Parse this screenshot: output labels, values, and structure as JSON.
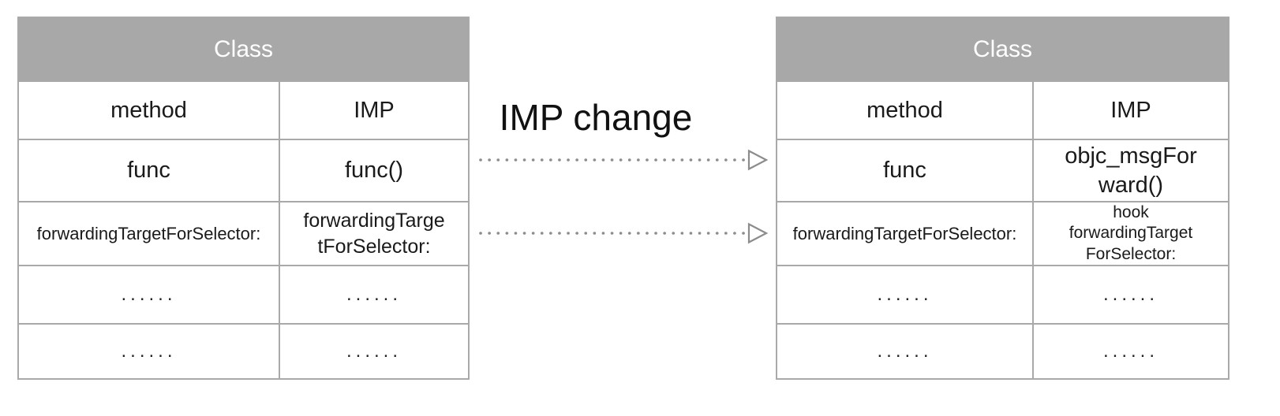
{
  "colors": {
    "header_bg": "#a8a8a8",
    "header_text": "#ffffff",
    "border": "#a9a9a9",
    "cell_text": "#1a1a1a",
    "arrow": "#8c8c8c",
    "label_text": "#111111",
    "page_bg": "#ffffff"
  },
  "left_table": {
    "title": "Class",
    "columns": [
      "method",
      "IMP"
    ],
    "rows": [
      [
        "func",
        "func()"
      ],
      [
        "forwardingTargetForSelector:",
        "forwardingTarge\ntForSelector:"
      ],
      [
        "......",
        "......"
      ],
      [
        "......",
        "......"
      ]
    ]
  },
  "right_table": {
    "title": "Class",
    "columns": [
      "method",
      "IMP"
    ],
    "rows": [
      [
        "func",
        "objc_msgFor\nward()"
      ],
      [
        "forwardingTargetForSelector:",
        "hook\nforwardingTarget\nForSelector:"
      ],
      [
        "......",
        "......"
      ],
      [
        "......",
        "......"
      ]
    ]
  },
  "annotation": {
    "label": "IMP change"
  }
}
